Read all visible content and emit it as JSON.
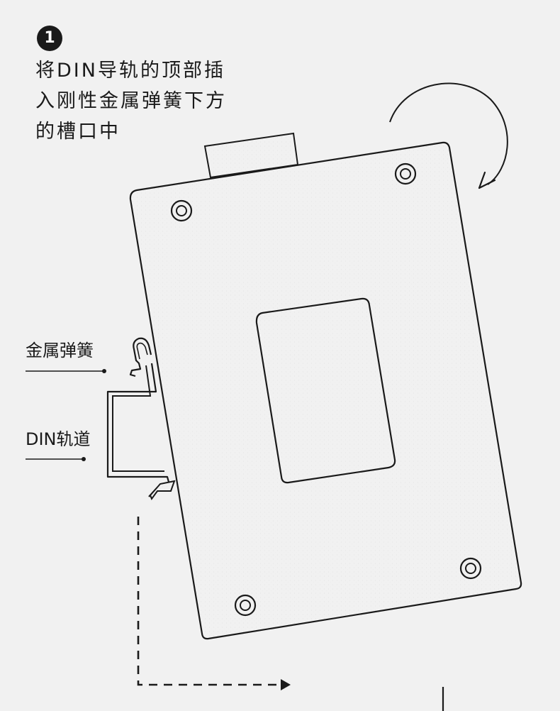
{
  "step": {
    "number": "1"
  },
  "instruction": {
    "lines": [
      "将DIN导轨的顶部插",
      "入刚性金属弹簧下方",
      "的槽口中"
    ]
  },
  "labels": {
    "metal_spring": "金属弹簧",
    "din_rail": "DIN轨道"
  },
  "colors": {
    "background": "#f1f1f1",
    "line": "#1a1a1a",
    "badge": "#1a1a1a",
    "badge_text": "#ffffff"
  },
  "icons": {
    "rotation_arrow": "clockwise-arc-arrow",
    "path_arrow": "dashed-right-arrow"
  }
}
